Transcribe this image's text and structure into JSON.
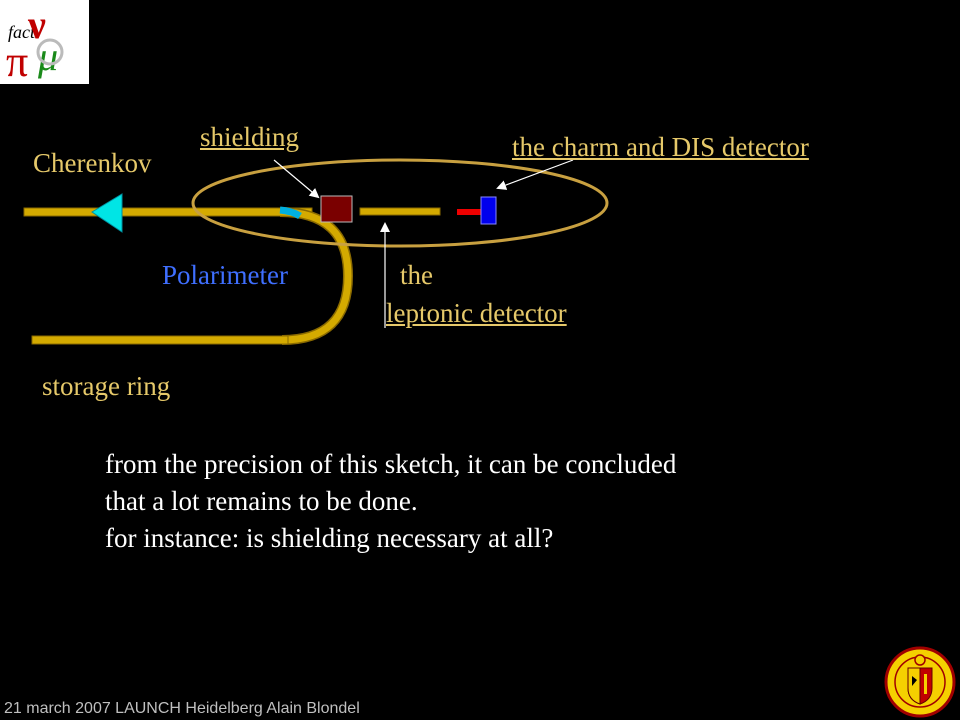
{
  "logo": {
    "text_top": "fact",
    "text_pi": "π",
    "text_nu": "ν",
    "text_mu": "μ"
  },
  "labels": {
    "cherenkov": "Cherenkov",
    "shielding": "shielding",
    "charm_dis": "the charm and DIS detector",
    "polarimeter": "Polarimeter",
    "leptonic_1": "the",
    "leptonic_2": "leptonic detector",
    "storage_ring": "storage ring"
  },
  "body": {
    "line1": "from the precision of this sketch, it can be concluded",
    "line2": "that a lot remains to be done.",
    "line3": "for instance: is shielding necessary at all?"
  },
  "footer": "21 march 2007 LAUNCH Heidelberg  Alain Blondel",
  "colors": {
    "beam": "#d4aa00",
    "label_gold": "#e6c96a",
    "polarimeter": "#3f6fff",
    "shield": "#7a0000",
    "detector_blue": "#0000ee",
    "detector_red": "#ee0000",
    "cherenkov": "#00e5e5",
    "ellipse": "#c8a040"
  }
}
